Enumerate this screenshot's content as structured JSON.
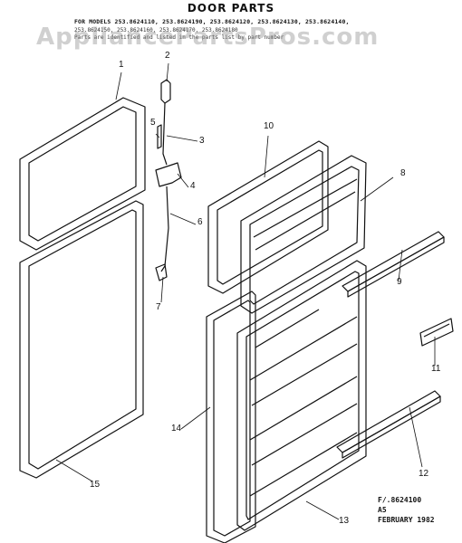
{
  "title": "DOOR PARTS",
  "models_line": "FOR MODELS 253.8624110, 253.8624190, 253.8624120, 253.8624130, 253.8624140,",
  "sub_line_1": "253.8624150, 253.8624160, 253.8624170, 253.8624180",
  "sub_line_2": "Parts are identified and listed in the parts list by part number",
  "watermark": "AppliancePartsPros.com",
  "callouts": [
    "1",
    "2",
    "3",
    "4",
    "5",
    "6",
    "7",
    "8",
    "9",
    "10",
    "11",
    "12",
    "13",
    "14",
    "15"
  ],
  "footer": {
    "line1": "F/.8624100",
    "line2": "A5",
    "line3": "FEBRUARY 1982"
  }
}
